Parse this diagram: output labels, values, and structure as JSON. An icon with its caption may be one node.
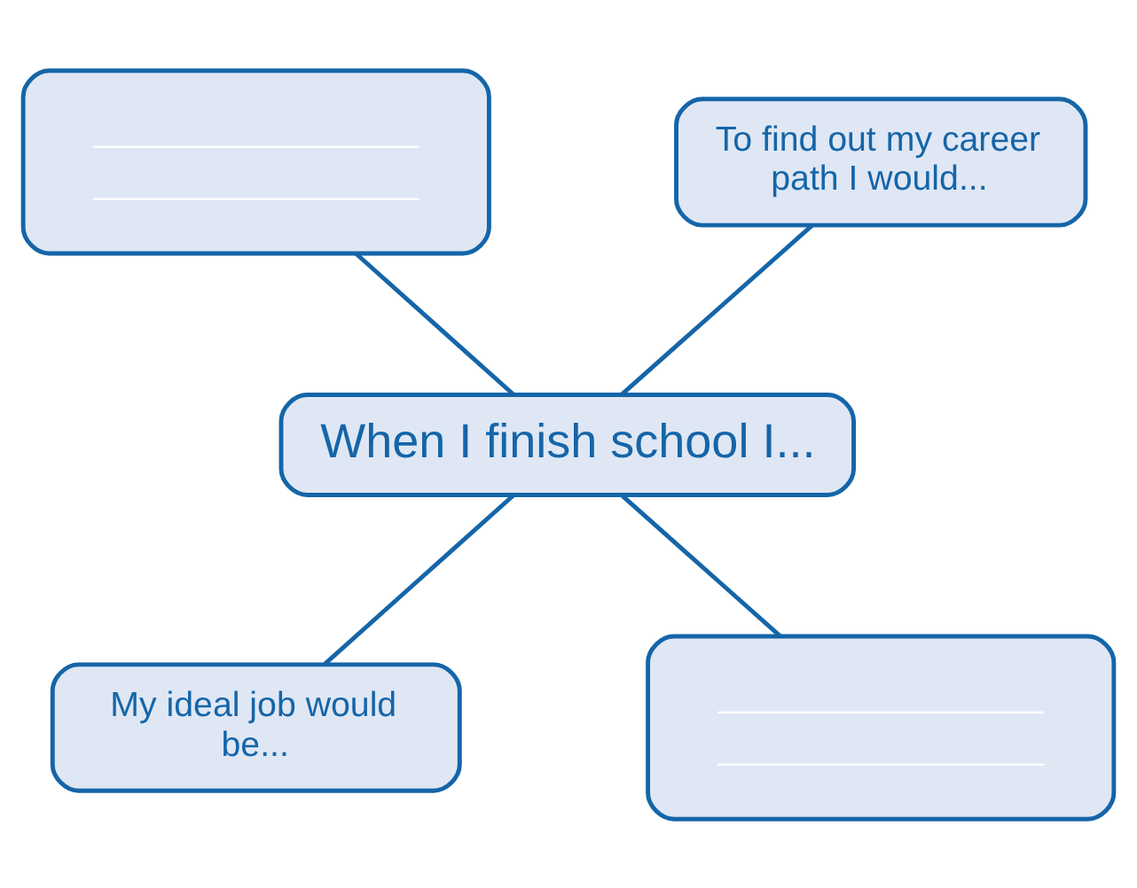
{
  "diagram": {
    "nodes": [
      {
        "text": [],
        "shape": "box"
      },
      {
        "text": [
          "To find out my career path I would..."
        ]
      },
      {
        "text": [
          "When I finish school I..."
        ]
      },
      {
        "text": [
          "My ideal job would be..."
        ]
      },
      {
        "text": [],
        "shape": "box"
      }
    ],
    "edges": [
      {
        "from": 0,
        "to": 2,
        "arrow": "none"
      },
      {
        "from": 1,
        "to": 2,
        "arrow": "none"
      },
      {
        "from": 2,
        "to": 3,
        "arrow": "none"
      },
      {
        "from": 2,
        "to": 4,
        "arrow": "none"
      }
    ]
  }
}
